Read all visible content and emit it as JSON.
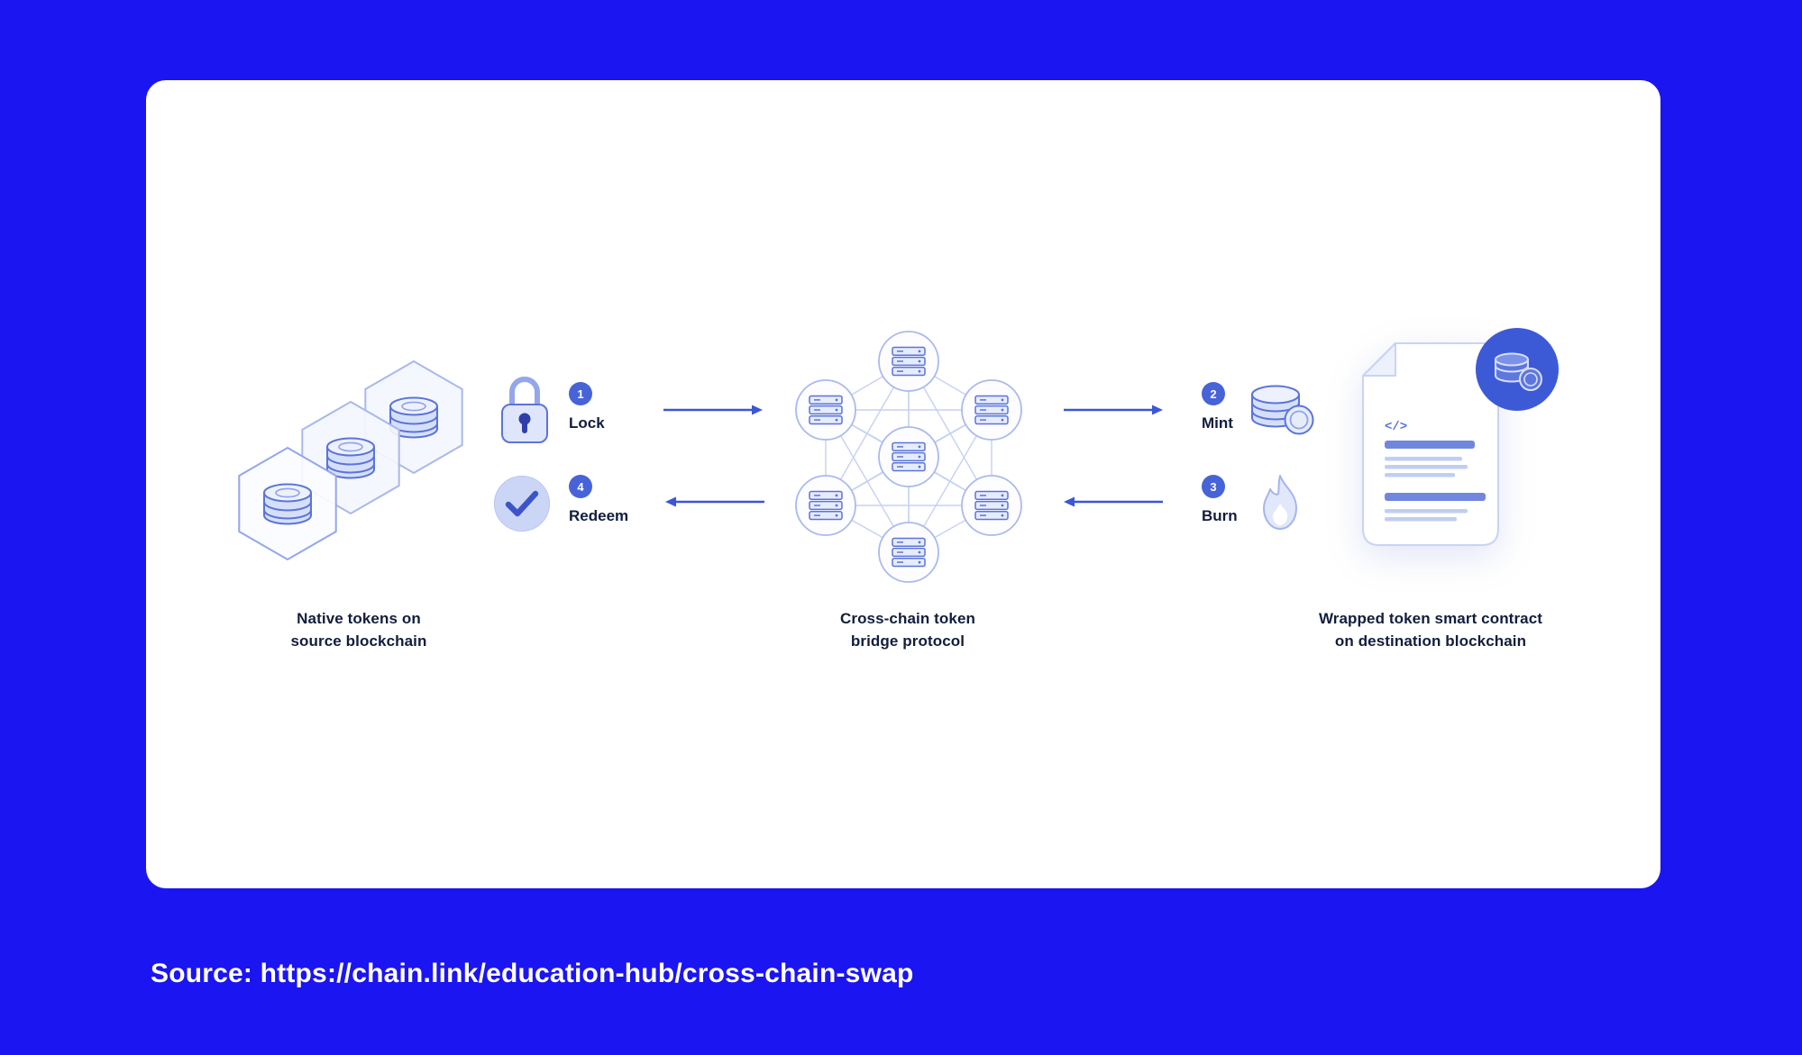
{
  "source": {
    "text": "Source: https://chain.link/education-hub/cross-chain-swap"
  },
  "diagram": {
    "groups": {
      "source_chain": {
        "label_line1": "Native tokens on",
        "label_line2": "source blockchain"
      },
      "bridge": {
        "label_line1": "Cross-chain token",
        "label_line2": "bridge protocol"
      },
      "destination_chain": {
        "label_line1": "Wrapped token smart contract",
        "label_line2": "on destination blockchain"
      }
    },
    "steps": {
      "lock": {
        "number": "1",
        "label": "Lock"
      },
      "redeem": {
        "number": "4",
        "label": "Redeem"
      },
      "mint": {
        "number": "2",
        "label": "Mint"
      },
      "burn": {
        "number": "3",
        "label": "Burn"
      }
    },
    "document": {
      "code_glyph": "</>"
    },
    "icons": {
      "lock": "padlock",
      "redeem": "checkmark-circle",
      "mint": "coin-stack",
      "burn": "flame",
      "bridge_node": "server-node",
      "source_tokens": "hexagon-coin-stack",
      "contract": "document-with-coin-badge"
    },
    "colors": {
      "page_background": "#1B15F2",
      "card_background": "#FFFFFF",
      "accent_blue": "#4763D8",
      "arrow_blue": "#3A57D5",
      "icon_stroke_blue": "#5B74D9",
      "network_line": "#C6D1F3",
      "label_text": "#121D3D",
      "source_text": "#FFFFFF"
    }
  }
}
